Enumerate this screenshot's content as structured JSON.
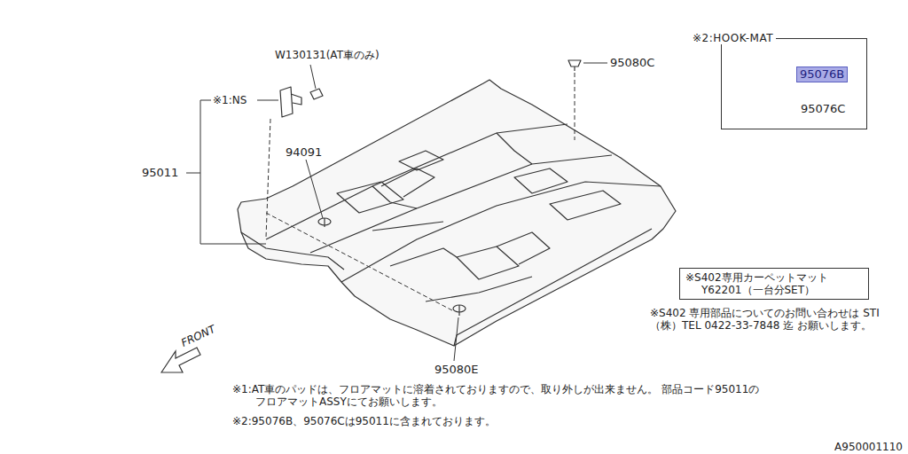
{
  "diagram": {
    "nodes": [
      {
        "text": [
          "※2:HOOK-MAT",
          "95076C"
        ]
      },
      {
        "text": [
          "95076B"
        ],
        "in": 0
      },
      {
        "text": [
          "※S402専用カーペットマット",
          "Y62201（一台分SET）"
        ]
      }
    ],
    "labels": [
      "W130131(AT車のみ)",
      "※1:NS",
      "95011",
      "94091",
      "95080C",
      "95080E",
      "FRONT",
      "※S402 専用部品についてのお問い合わせは STI（株）TEL 0422-33-7848 迄 お願いします。",
      "※1:AT車のパッドは、フロアマットに溶着されておりますので、取り外しが出来ません。 部品コード95011のフロアマットASSYにてお願いします。",
      "※2:95076B、95076Cは95011に含まれております。",
      "A950001110"
    ]
  }
}
